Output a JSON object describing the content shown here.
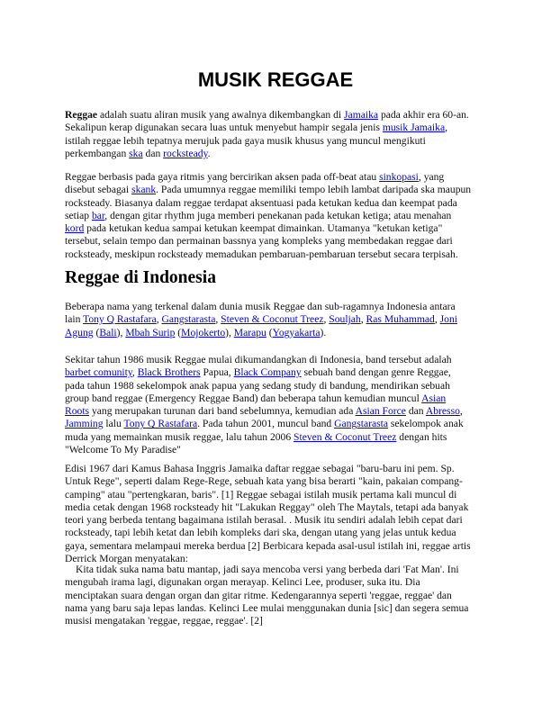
{
  "title": "MUSIK REGGAE",
  "heading": "Reggae di Indonesia",
  "paragraphs": [
    {
      "name": "intro-paragraph",
      "lines": [
        [
          {
            "t": "Reggae",
            "b": true
          },
          {
            "t": " adalah suatu aliran musik yang awalnya dikembangkan di "
          },
          {
            "t": "Jamaika",
            "link": true
          },
          {
            "t": " pada akhir era 60-an."
          }
        ],
        [
          {
            "t": "Sekalipun kerap digunakan secara luas untuk menyebut hampir segala jenis "
          },
          {
            "t": "musik Jamaika",
            "link": true
          },
          {
            "t": ","
          }
        ],
        [
          {
            "t": "istilah reggae lebih tepatnya merujuk pada gaya musik khusus yang muncul mengikuti"
          }
        ],
        [
          {
            "t": "perkembangan "
          },
          {
            "t": "ska",
            "link": true
          },
          {
            "t": " dan "
          },
          {
            "t": "rocksteady",
            "link": true
          },
          {
            "t": "."
          }
        ]
      ]
    },
    {
      "name": "rhythm-paragraph",
      "lines": [
        [
          {
            "t": "Reggae berbasis pada gaya ritmis yang bercirikan aksen pada off-beat atau "
          },
          {
            "t": "sinkopasi",
            "link": true
          },
          {
            "t": ", yang"
          }
        ],
        [
          {
            "t": "disebut sebagai "
          },
          {
            "t": "skank",
            "link": true
          },
          {
            "t": ". Pada umumnya reggae memiliki tempo lebih lambat daripada ska maupun"
          }
        ],
        [
          {
            "t": "rocksteady. Biasanya dalam reggae terdapat aksentuasi pada ketukan kedua dan keempat pada"
          }
        ],
        [
          {
            "t": "setiap "
          },
          {
            "t": "bar",
            "link": true
          },
          {
            "t": ", dengan gitar rhythm juga memberi penekanan pada ketukan ketiga; atau menahan"
          }
        ],
        [
          {
            "t": "kord",
            "link": true
          },
          {
            "t": " pada ketukan kedua sampai ketukan keempat dimainkan. Utamanya \"ketukan ketiga\""
          }
        ],
        [
          {
            "t": "tersebut, selain tempo dan permainan bassnya yang kompleks yang membedakan reggae dari"
          }
        ],
        [
          {
            "t": "rocksteady, meskipun rocksteady memadukan pembaruan-pembaruan tersebut secara terpisah."
          }
        ]
      ]
    },
    {
      "name": "artists-paragraph",
      "lines": [
        [
          {
            "t": "Beberapa nama yang terkenal dalam dunia musik Reggae dan sub-ragamnya Indonesia antara"
          }
        ],
        [
          {
            "t": "lain "
          },
          {
            "t": "Tony Q Rastafara",
            "link": true
          },
          {
            "t": ", "
          },
          {
            "t": "Gangstarasta",
            "link": true
          },
          {
            "t": ", "
          },
          {
            "t": "Steven & Coconut Treez",
            "link": true
          },
          {
            "t": ", "
          },
          {
            "t": "Souljah",
            "link": true
          },
          {
            "t": ", "
          },
          {
            "t": "Ras Muhammad",
            "link": true
          },
          {
            "t": ", "
          },
          {
            "t": "Joni",
            "link": true
          }
        ],
        [
          {
            "t": "Agung",
            "link": true
          },
          {
            "t": " ("
          },
          {
            "t": "Bali",
            "link": true
          },
          {
            "t": "), "
          },
          {
            "t": "Mbah Surip",
            "link": true
          },
          {
            "t": " ("
          },
          {
            "t": "Mojokerto",
            "link": true
          },
          {
            "t": "), "
          },
          {
            "t": "Marapu",
            "link": true
          },
          {
            "t": " ("
          },
          {
            "t": "Yogyakarta",
            "link": true
          },
          {
            "t": ")."
          }
        ]
      ]
    },
    {
      "name": "history-paragraph",
      "lines": [
        [
          {
            "t": "Sekitar tahun 1986 musik Reggae mulai dikumandangkan di Indonesia, band tersebut adalah"
          }
        ],
        [
          {
            "t": "barbet comunity",
            "link": true
          },
          {
            "t": ", "
          },
          {
            "t": "Black Brothers",
            "link": true
          },
          {
            "t": " Papua, "
          },
          {
            "t": "Black Company",
            "link": true
          },
          {
            "t": " sebuah band dengan genre Reggae,"
          }
        ],
        [
          {
            "t": "pada tahun 1988 sekelompok anak papua yang sedang study di bandung, mendirikan sebuah"
          }
        ],
        [
          {
            "t": "group band reggae (Emergency Reggae Band) dan beberapa tahun kemudian muncul "
          },
          {
            "t": "Asian",
            "link": true
          }
        ],
        [
          {
            "t": "Roots",
            "link": true
          },
          {
            "t": " yang merupakan turunan dari band sebelumnya, kemudian ada "
          },
          {
            "t": "Asian Force",
            "link": true
          },
          {
            "t": " dan "
          },
          {
            "t": "Abresso",
            "link": true
          },
          {
            "t": ","
          }
        ],
        [
          {
            "t": "Jamming",
            "link": true
          },
          {
            "t": " lalu "
          },
          {
            "t": "Tony Q Rastafara",
            "link": true
          },
          {
            "t": ". Pada tahun 2001, muncul band "
          },
          {
            "t": "Gangstarasta",
            "link": true
          },
          {
            "t": " sekelompok anak"
          }
        ],
        [
          {
            "t": "muda yang memainkan musik reggae, lalu tahun 2006 "
          },
          {
            "t": "Steven & Coconut Treez",
            "link": true
          },
          {
            "t": " dengan hits"
          }
        ],
        [
          {
            "t": "\"Welcome To My Paradise\""
          }
        ]
      ]
    },
    {
      "name": "etymology-paragraph",
      "lines": [
        [
          {
            "t": "Edisi 1967 dari Kamus Bahasa Inggris Jamaika daftar reggae sebagai \"baru-baru ini pem. Sp."
          }
        ],
        [
          {
            "t": "Untuk Rege\", seperti dalam Rege-Rege, sebuah kata yang bisa berarti \"kain, pakaian compang-"
          }
        ],
        [
          {
            "t": "camping\" atau \"pertengkaran, baris\". [1] Reggae sebagai istilah musik pertama kali muncul di"
          }
        ],
        [
          {
            "t": "media cetak dengan 1968 rocksteady hit \"Lakukan Reggay\" oleh The Maytals, tetapi ada banyak"
          }
        ],
        [
          {
            "t": "teori yang berbeda tentang bagaimana istilah berasal. . Musik itu sendiri adalah lebih cepat dari"
          }
        ],
        [
          {
            "t": "rocksteady, tapi lebih ketat dan lebih kompleks dari ska, dengan utang yang jelas untuk kedua"
          }
        ],
        [
          {
            "t": "gaya, sementara melampaui mereka berdua [2] Berbicara kepada asal-usul istilah ini, reggae artis"
          }
        ],
        [
          {
            "t": "Derrick Morgan menyatakan:"
          }
        ]
      ]
    },
    {
      "name": "quote-paragraph",
      "indent": true,
      "lines": [
        [
          {
            "t": "Kita tidak suka nama batu mantap, jadi saya mencoba versi yang berbeda dari 'Fat Man'. Ini"
          }
        ],
        [
          {
            "t": "mengubah irama lagi, digunakan organ merayap. Kelinci Lee, produser, suka itu. Dia"
          }
        ],
        [
          {
            "t": "menciptakan suara dengan organ dan gitar ritme. Kedengarannya seperti 'reggae, reggae' dan"
          }
        ],
        [
          {
            "t": "nama yang baru saja lepas landas. Kelinci Lee mulai menggunakan dunia [sic] dan segera semua"
          }
        ],
        [
          {
            "t": "musisi mengatakan 'reggae, reggae, reggae'. [2]"
          }
        ]
      ]
    }
  ],
  "colors": {
    "link": "#0000ee",
    "text": "#111111"
  }
}
